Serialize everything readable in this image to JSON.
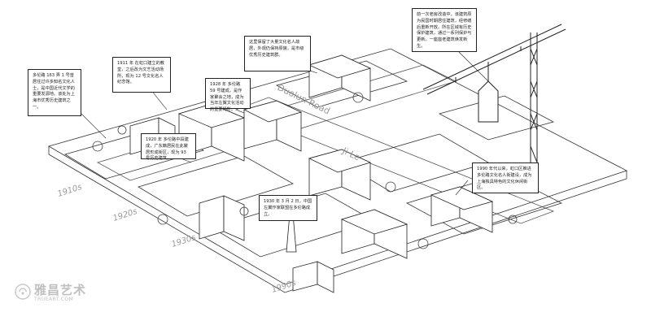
{
  "callouts": [
    {
      "id": "c1",
      "text": "多伦路 163 弄 1 号曾居住过许多知名文化人士，是中国近代文学的重要发源地。该处为上海市优秀历史建筑之一。"
    },
    {
      "id": "c2",
      "text": "1911 年 在虹口建立的教堂，之后改为文艺活动场所，现为 12 号文化名人纪念馆。"
    },
    {
      "id": "c3",
      "text": "1928 年 多伦路 59 号建成，是作家聚会之地，成为当年左翼文化活动的重要场所。"
    },
    {
      "id": "c4",
      "text": "这里保留了大量文化名人故居，外观仍保持原貌，是市级优秀历史建筑群。"
    },
    {
      "id": "c5",
      "text": "前一次老房改造中，该建筑原为民国时期居住建筑，经修缮后重新开放。所在区域有历史保护建筑，通过一系列保护与更新，一座座老建筑焕发新生。"
    },
    {
      "id": "c6",
      "text": "1920 年 多伦路中段建成，广东籍居民在此聚居形成街区，现为 93 号历史建筑。"
    },
    {
      "id": "c7",
      "text": "1930 年 3 月 2 日，中国左翼作家联盟在多伦路成立。"
    },
    {
      "id": "c8",
      "text": "1990 年代以来，虹口区推进多伦路文化名人街建设，成为上海独具特色的文化休闲街区。"
    }
  ],
  "street_labels": [
    "Duolun Road",
    "Ji Le"
  ],
  "years": [
    "1910s",
    "1920s",
    "1930s",
    "1990s"
  ],
  "watermark": {
    "name": "雅昌艺术",
    "domain": "TRUEART.COM"
  }
}
